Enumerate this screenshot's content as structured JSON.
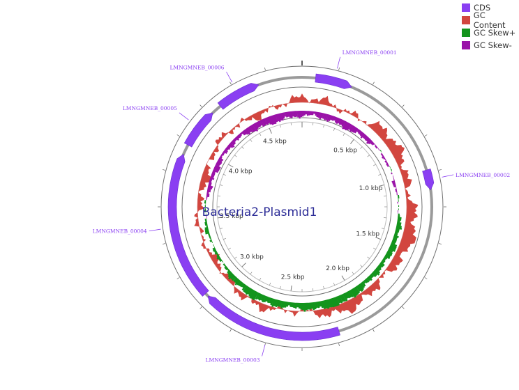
{
  "title": "Bacteria2-Plasmid1",
  "colors": {
    "cds": "#8a3ff2",
    "gc_content": "#d2463f",
    "gc_skew_plus": "#13941c",
    "gc_skew_minus": "#9a12a8",
    "backbone": "#9a9a9a",
    "title": "#2b2b96",
    "label": "#8a3ff2"
  },
  "legend": [
    {
      "key": "cds",
      "label": "CDS",
      "color": "#8a3ff2"
    },
    {
      "key": "gc_content",
      "label": "GC Content",
      "color": "#d2463f"
    },
    {
      "key": "gc_skew_plus",
      "label": "GC Skew+",
      "color": "#13941c"
    },
    {
      "key": "gc_skew_minus",
      "label": "GC Skew-",
      "color": "#9a12a8"
    }
  ],
  "sequence_length_kbp": 4.8,
  "ticks": [
    {
      "kbp": 0.5,
      "label": "0.5 kbp"
    },
    {
      "kbp": 1.0,
      "label": "1.0 kbp"
    },
    {
      "kbp": 1.5,
      "label": "1.5 kbp"
    },
    {
      "kbp": 2.0,
      "label": "2.0 kbp"
    },
    {
      "kbp": 2.5,
      "label": "2.5 kbp"
    },
    {
      "kbp": 3.0,
      "label": "3.0 kbp"
    },
    {
      "kbp": 3.5,
      "label": "3.5 kbp"
    },
    {
      "kbp": 4.0,
      "label": "4.0 kbp"
    },
    {
      "kbp": 4.5,
      "label": "4.5 kbp"
    }
  ],
  "features": [
    {
      "id": "LMNGMNEB_00001",
      "start_kbp": 0.08,
      "end_kbp": 0.3
    },
    {
      "id": "LMNGMNEB_00002",
      "start_kbp": 0.98,
      "end_kbp": 1.1
    },
    {
      "id": "LMNGMNEB_00003",
      "start_kbp": 2.18,
      "end_kbp": 3.02
    },
    {
      "id": "LMNGMNEB_00004",
      "start_kbp": 3.04,
      "end_kbp": 3.92
    },
    {
      "id": "LMNGMNEB_00005",
      "start_kbp": 3.98,
      "end_kbp": 4.22
    },
    {
      "id": "LMNGMNEB_00006",
      "start_kbp": 4.28,
      "end_kbp": 4.54
    }
  ]
}
